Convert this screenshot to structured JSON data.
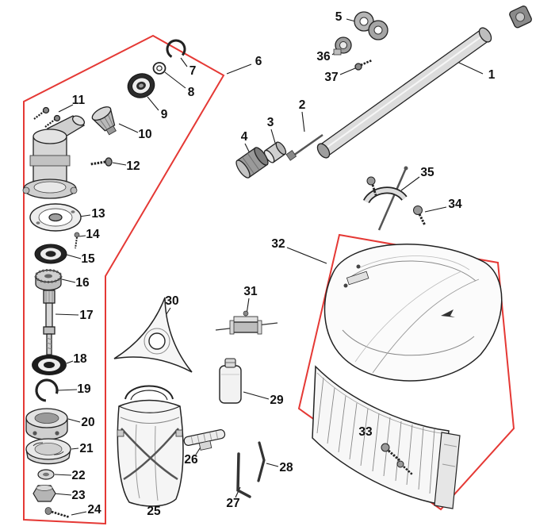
{
  "colors": {
    "highlight_outline": "#e53935",
    "ink": "#111111",
    "background": "#ffffff"
  },
  "parts": [
    {
      "num": "1"
    },
    {
      "num": "2"
    },
    {
      "num": "3"
    },
    {
      "num": "4"
    },
    {
      "num": "5"
    },
    {
      "num": "6"
    },
    {
      "num": "7"
    },
    {
      "num": "8"
    },
    {
      "num": "9"
    },
    {
      "num": "10"
    },
    {
      "num": "11"
    },
    {
      "num": "12"
    },
    {
      "num": "13"
    },
    {
      "num": "14"
    },
    {
      "num": "15"
    },
    {
      "num": "16"
    },
    {
      "num": "17"
    },
    {
      "num": "18"
    },
    {
      "num": "19"
    },
    {
      "num": "20"
    },
    {
      "num": "21"
    },
    {
      "num": "22"
    },
    {
      "num": "23"
    },
    {
      "num": "24"
    },
    {
      "num": "25"
    },
    {
      "num": "26"
    },
    {
      "num": "27"
    },
    {
      "num": "28"
    },
    {
      "num": "29"
    },
    {
      "num": "30"
    },
    {
      "num": "31"
    },
    {
      "num": "32"
    },
    {
      "num": "33"
    },
    {
      "num": "34"
    },
    {
      "num": "35"
    },
    {
      "num": "36"
    },
    {
      "num": "37"
    }
  ]
}
